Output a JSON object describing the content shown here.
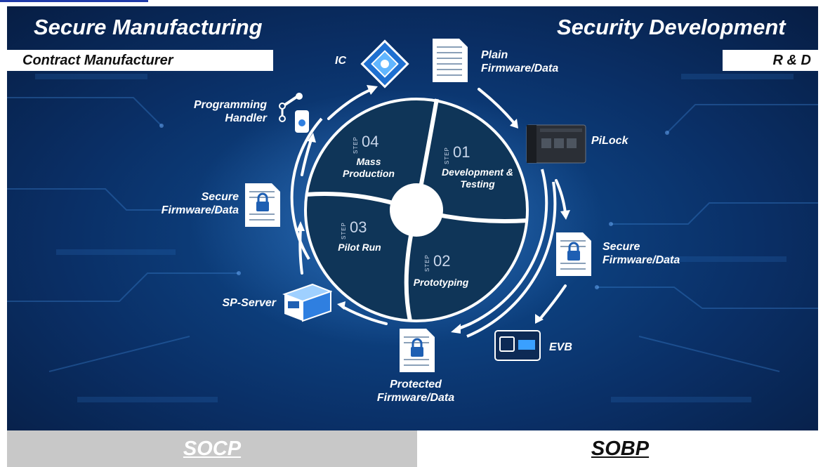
{
  "header": {
    "left_title": "Secure Manufacturing",
    "left_subtitle": "Contract Manufacturer",
    "right_title": "Security Development",
    "right_subtitle": "R & D"
  },
  "steps": [
    {
      "tag": "STEP",
      "number": "01",
      "label": "Development & Testing"
    },
    {
      "tag": "STEP",
      "number": "02",
      "label": "Prototyping"
    },
    {
      "tag": "STEP",
      "number": "03",
      "label": "Pilot Run"
    },
    {
      "tag": "STEP",
      "number": "04",
      "label": "Mass Production"
    }
  ],
  "nodes": {
    "ic": "IC",
    "plain": "Plain Firmware/Data",
    "pilock": "PiLock",
    "secure_right": "Secure Firmware/Data",
    "evb": "EVB",
    "protected": "Protected Firmware/Data",
    "sp_server": "SP-Server",
    "secure_left": "Secure Firmware/Data",
    "programming_handler": "Programming Handler"
  },
  "footer": {
    "left": "SOCP",
    "right": "SOBP"
  },
  "colors": {
    "footer_left_bg": "#c8c8c8",
    "footer_right_bg": "#ffffff",
    "stage_bg": "#0a2f66",
    "quadrant": "#0f3558"
  }
}
